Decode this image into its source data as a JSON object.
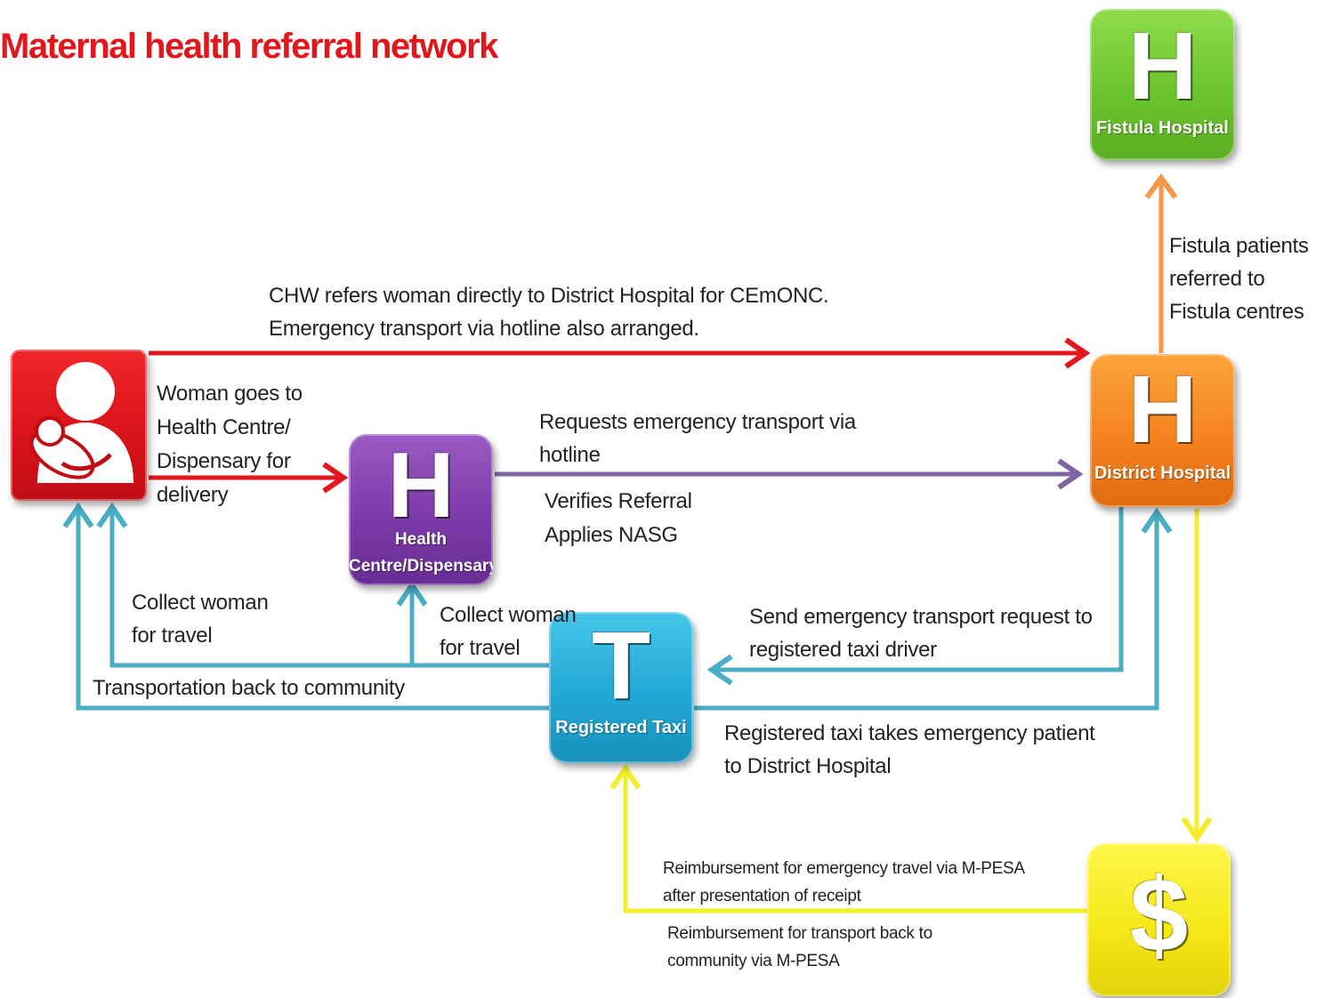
{
  "title": "Maternal health referral network",
  "nodes": {
    "fistula": {
      "letter": "H",
      "label": "Fistula Hospital",
      "color": "#6cc52d"
    },
    "district": {
      "letter": "H",
      "label": "District Hospital",
      "color": "#f58220"
    },
    "health_centre": {
      "letter": "H",
      "label": "Health\nCentre/Dispensary",
      "color": "#7b3aa8"
    },
    "taxi": {
      "letter": "T",
      "label": "Registered Taxi",
      "color": "#22a8d4"
    },
    "reimbursement": {
      "letter": "$",
      "color": "#f5e81a"
    },
    "woman": {
      "icon": "mother-and-baby-icon",
      "color": "#d8121a"
    }
  },
  "flow_labels": {
    "fistula_referral": "Fistula patients\nreferred to\nFistula centres",
    "chw_refers": "CHW refers woman directly to District Hospital for CEmONC.\nEmergency transport via hotline also arranged.",
    "woman_goes": "Woman goes to\nHealth Centre/\nDispensary for\ndelivery",
    "requests_transport": "Requests emergency transport via\nhotline",
    "verifies_referral": "Verifies Referral\nApplies NASG",
    "collect_woman_1": "Collect woman\nfor travel",
    "collect_woman_2": "Collect woman\nfor travel",
    "send_request": "Send emergency transport request to\nregistered taxi driver",
    "transport_back": "Transportation back to community",
    "taxi_takes": "Registered taxi takes emergency patient\nto District Hospital",
    "reimbursement_emergency": "Reimbursement for emergency travel via M-PESA\nafter presentation of receipt",
    "reimbursement_transport": "Reimbursement for transport back to\ncommunity via M-PESA"
  },
  "colors": {
    "title": "#e3161c",
    "red_arrow": "#e3161c",
    "purple_arrow": "#8064a2",
    "blue_arrow": "#4bacc6",
    "orange_arrow": "#f79646",
    "yellow_arrow": "#f2ee2c"
  }
}
